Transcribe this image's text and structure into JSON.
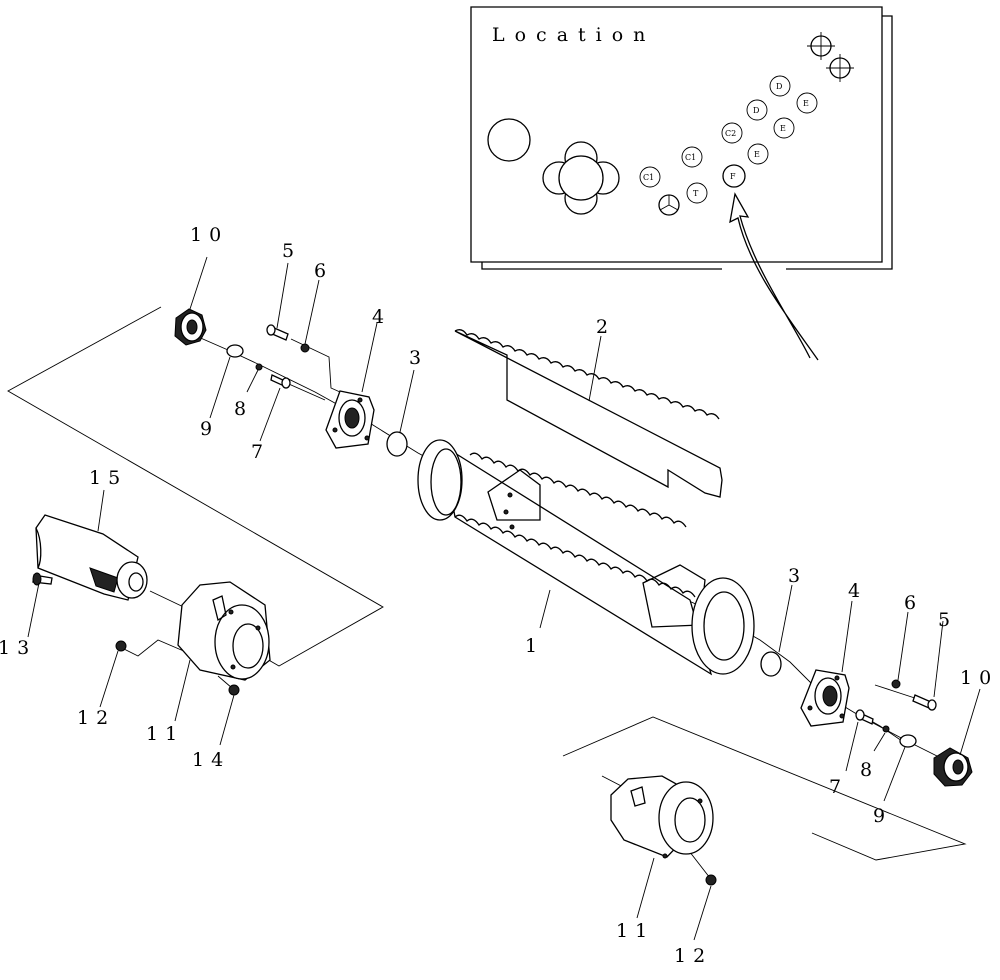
{
  "location": {
    "title": "Location",
    "markers": [
      "D",
      "D",
      "E",
      "E",
      "C2",
      "E",
      "C1",
      "C1",
      "T",
      "F"
    ]
  },
  "callouts": {
    "c1": "1",
    "c2": "2",
    "c3a": "3",
    "c3b": "3",
    "c4a": "4",
    "c4b": "4",
    "c5a": "5",
    "c5b": "5",
    "c6a": "6",
    "c6b": "6",
    "c7a": "7",
    "c7b": "7",
    "c8a": "8",
    "c8b": "8",
    "c9a": "9",
    "c9b": "9",
    "c10a": "10",
    "c10b": "10",
    "c11a": "11",
    "c11b": "11",
    "c12a": "12",
    "c12b": "12",
    "c13": "13",
    "c14": "14",
    "c15": "15"
  }
}
